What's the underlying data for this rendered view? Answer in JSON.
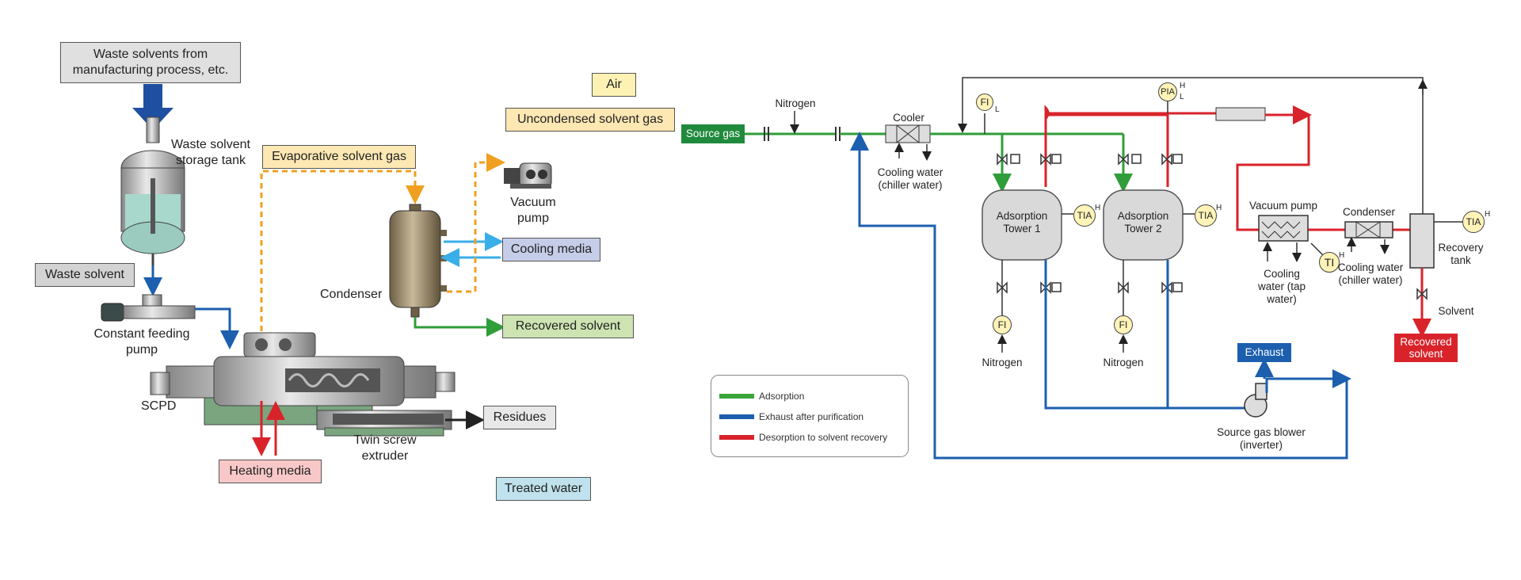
{
  "left": {
    "waste_source": "Waste solvents from manufacturing process, etc.",
    "storage_tank": "Waste solvent storage tank",
    "waste_solvent": "Waste solvent",
    "feeding_pump": "Constant feeding pump",
    "scpd": "SCPD",
    "evap_gas": "Evaporative solvent gas",
    "condenser": "Condenser",
    "air": "Air",
    "uncondensed_gas": "Uncondensed solvent gas",
    "vacuum_pump": "Vacuum pump",
    "cooling_media": "Cooling media",
    "recovered_solvent": "Recovered solvent",
    "heating_media": "Heating media",
    "twin_screw": "Twin screw extruder",
    "residues": "Residues",
    "treated_water": "Treated water"
  },
  "right": {
    "source_gas": "Source gas",
    "nitrogen_top": "Nitrogen",
    "cooler": "Cooler",
    "cooling_water_chiller": "Cooling water (chiller water)",
    "tower1": "Adsorption Tower 1",
    "tower2": "Adsorption Tower 2",
    "nitrogen_1": "Nitrogen",
    "nitrogen_2": "Nitrogen",
    "vacuum_pump": "Vacuum pump",
    "cooling_tap": "Cooling water (tap water)",
    "condenser": "Condenser",
    "cooling_chiller2": "Cooling water (chiller water)",
    "recovery_tank": "Recovery tank",
    "solvent": "Solvent",
    "recovered_solvent": "Recovered solvent",
    "exhaust": "Exhaust",
    "blower": "Source gas blower (inverter)",
    "fi": "FI",
    "pia": "PIA",
    "tia": "TIA",
    "ti": "TI",
    "h": "H",
    "l": "L"
  },
  "legend": {
    "items": [
      {
        "label": "Adsorption",
        "color": "#3aa63a"
      },
      {
        "label": "Exhaust after purification",
        "color": "#1c5fae"
      },
      {
        "label": "Desorption to solvent recovery",
        "color": "#d9232a"
      }
    ]
  },
  "colors": {
    "green": "#2f9e3a",
    "blue": "#1c5fae",
    "red": "#d9232a",
    "orange": "#f0a020",
    "lightblue": "#3aaee8"
  }
}
